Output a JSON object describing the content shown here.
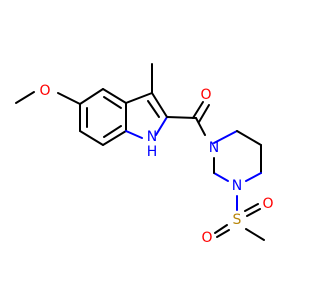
{
  "colors": {
    "background": "#ffffff",
    "carbon_bond": "#000000",
    "oxygen": "#ff0000",
    "nitrogen": "#0000ff",
    "sulfur": "#b8860b"
  },
  "atoms": {
    "methoxy_oxygen": {
      "label": "O",
      "element": "oxygen"
    },
    "carbonyl_oxygen": {
      "label": "O",
      "element": "oxygen"
    },
    "indole_nitrogen": {
      "label": "H\nN",
      "top": "",
      "bottom": "H",
      "element": "nitrogen",
      "line1": "",
      "line2": ""
    },
    "indole_nh_h": {
      "label": "H",
      "element": "nitrogen"
    },
    "indole_nh_n": {
      "label": "N",
      "element": "nitrogen"
    },
    "piperazine_n1": {
      "label": "N",
      "element": "nitrogen"
    },
    "piperazine_n4": {
      "label": "N",
      "element": "nitrogen"
    },
    "sulfur": {
      "label": "S",
      "element": "sulfur"
    },
    "sulfonyl_o1": {
      "label": "O",
      "element": "oxygen"
    },
    "sulfonyl_o2": {
      "label": "O",
      "element": "oxygen"
    }
  }
}
